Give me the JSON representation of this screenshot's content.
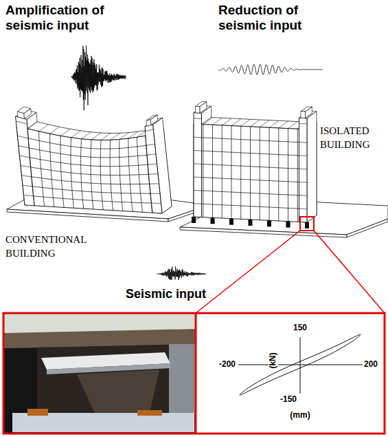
{
  "diagram": {
    "labels": [
      "Amplification of seismic input",
      "Reduction of seismic input",
      "ISOLATED BUILDING",
      "CONVENTIONAL BUILDING",
      "Seismic input",
      "150",
      "-200",
      "200",
      "(kN)",
      "-150",
      "(mm)"
    ]
  }
}
